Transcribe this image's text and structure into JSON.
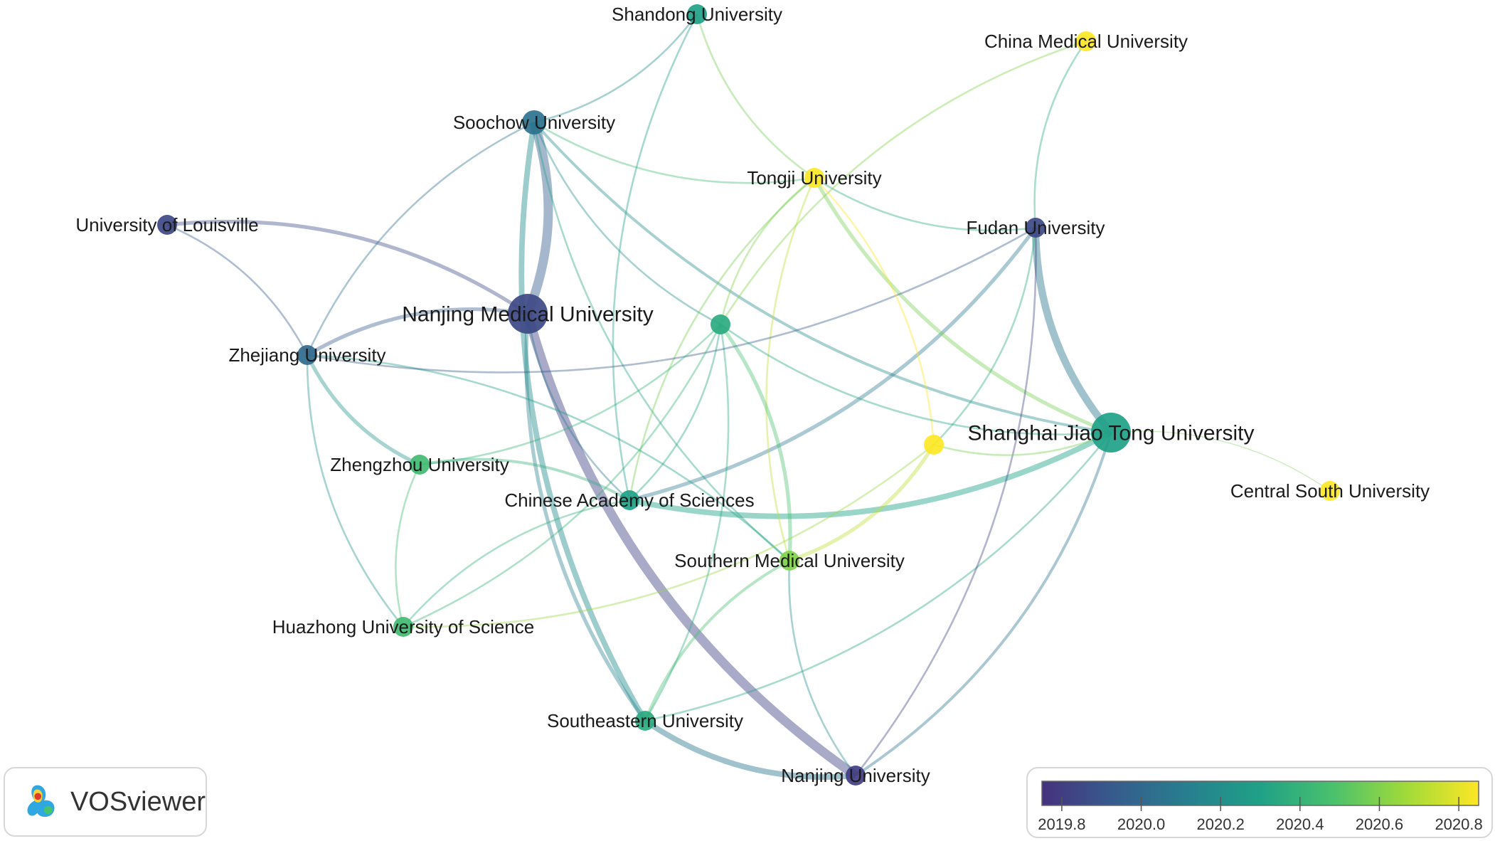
{
  "nodes": [
    {
      "id": "nmu",
      "label": "Nanjing Medical University",
      "year": 2019.85,
      "size": "large"
    },
    {
      "id": "sjtu",
      "label": "Shanghai Jiao Tong University",
      "year": 2020.3,
      "size": "large"
    },
    {
      "id": "sdu",
      "label": "Shandong University",
      "year": 2020.3,
      "size": "small"
    },
    {
      "id": "cmu",
      "label": "China Medical University",
      "year": 2020.85,
      "size": "small"
    },
    {
      "id": "suda",
      "label": "Soochow University",
      "year": 2020.05,
      "size": "medium"
    },
    {
      "id": "tongji",
      "label": "Tongji University",
      "year": 2020.85,
      "size": "small"
    },
    {
      "id": "louisville",
      "label": "University of Louisville",
      "year": 2019.85,
      "size": "small"
    },
    {
      "id": "fudan",
      "label": "Fudan University",
      "year": 2019.85,
      "size": "small"
    },
    {
      "id": "zju",
      "label": "Zhejiang University",
      "year": 2020.0,
      "size": "small"
    },
    {
      "id": "zzu",
      "label": "Zhengzhou University",
      "year": 2020.45,
      "size": "small"
    },
    {
      "id": "cas",
      "label": "Chinese Academy of Sciences",
      "year": 2020.3,
      "size": "small"
    },
    {
      "id": "smu",
      "label": "Southern Medical University",
      "year": 2020.6,
      "size": "small"
    },
    {
      "id": "csu",
      "label": "Central South University",
      "year": 2020.85,
      "size": "small"
    },
    {
      "id": "hust",
      "label": "Huazhong University of Science",
      "year": 2020.45,
      "size": "small"
    },
    {
      "id": "seu",
      "label": "Southeastern University",
      "year": 2020.35,
      "size": "small"
    },
    {
      "id": "nju",
      "label": "Nanjing University",
      "year": 2019.8,
      "size": "small"
    },
    {
      "id": "unl1",
      "label": "",
      "year": 2020.35,
      "size": "small"
    },
    {
      "id": "unl2",
      "label": "",
      "year": 2020.85,
      "size": "small"
    }
  ],
  "links": [
    {
      "s": "nmu",
      "t": "suda",
      "w": 5
    },
    {
      "s": "nmu",
      "t": "nju",
      "w": 5
    },
    {
      "s": "nmu",
      "t": "zju",
      "w": 2
    },
    {
      "s": "nmu",
      "t": "louisville",
      "w": 2
    },
    {
      "s": "nmu",
      "t": "seu",
      "w": 2
    },
    {
      "s": "nmu",
      "t": "cas",
      "w": 1
    },
    {
      "s": "fudan",
      "t": "sjtu",
      "w": 4
    },
    {
      "s": "suda",
      "t": "seu",
      "w": 3
    },
    {
      "s": "suda",
      "t": "sjtu",
      "w": 1.5
    },
    {
      "s": "suda",
      "t": "sdu",
      "w": 1
    },
    {
      "s": "suda",
      "t": "unl1",
      "w": 1
    },
    {
      "s": "suda",
      "t": "zju",
      "w": 1
    },
    {
      "s": "suda",
      "t": "tongji",
      "w": 1
    },
    {
      "s": "suda",
      "t": "smu",
      "w": 1
    },
    {
      "s": "cas",
      "t": "sjtu",
      "w": 3
    },
    {
      "s": "cas",
      "t": "fudan",
      "w": 2
    },
    {
      "s": "cas",
      "t": "zzu",
      "w": 1.5
    },
    {
      "s": "cas",
      "t": "hust",
      "w": 1
    },
    {
      "s": "cas",
      "t": "unl1",
      "w": 1
    },
    {
      "s": "tongji",
      "t": "sjtu",
      "w": 2
    },
    {
      "s": "tongji",
      "t": "smu",
      "w": 1
    },
    {
      "s": "tongji",
      "t": "unl1",
      "w": 1
    },
    {
      "s": "tongji",
      "t": "cas",
      "w": 1
    },
    {
      "s": "tongji",
      "t": "fudan",
      "w": 1
    },
    {
      "s": "smu",
      "t": "unl1",
      "w": 2
    },
    {
      "s": "smu",
      "t": "unl2",
      "w": 2
    },
    {
      "s": "smu",
      "t": "seu",
      "w": 1.5
    },
    {
      "s": "smu",
      "t": "nju",
      "w": 1
    },
    {
      "s": "smu",
      "t": "zju",
      "w": 1
    },
    {
      "s": "seu",
      "t": "nju",
      "w": 3
    },
    {
      "s": "seu",
      "t": "sjtu",
      "w": 1
    },
    {
      "s": "seu",
      "t": "unl1",
      "w": 1
    },
    {
      "s": "nju",
      "t": "sjtu",
      "w": 1.5
    },
    {
      "s": "nju",
      "t": "fudan",
      "w": 1
    },
    {
      "s": "zju",
      "t": "zzu",
      "w": 2
    },
    {
      "s": "zju",
      "t": "louisville",
      "w": 1
    },
    {
      "s": "zju",
      "t": "fudan",
      "w": 1
    },
    {
      "s": "zju",
      "t": "hust",
      "w": 1
    },
    {
      "s": "zzu",
      "t": "hust",
      "w": 1
    },
    {
      "s": "zzu",
      "t": "unl1",
      "w": 1
    },
    {
      "s": "hust",
      "t": "unl1",
      "w": 1
    },
    {
      "s": "hust",
      "t": "unl2",
      "w": 1
    },
    {
      "s": "cmu",
      "t": "fudan",
      "w": 1
    },
    {
      "s": "cmu",
      "t": "unl1",
      "w": 1
    },
    {
      "s": "unl2",
      "t": "sjtu",
      "w": 1
    },
    {
      "s": "unl2",
      "t": "fudan",
      "w": 1
    },
    {
      "s": "unl2",
      "t": "tongji",
      "w": 1
    },
    {
      "s": "unl1",
      "t": "sjtu",
      "w": 1
    },
    {
      "s": "sdu",
      "t": "tongji",
      "w": 1
    },
    {
      "s": "sdu",
      "t": "cas",
      "w": 1
    },
    {
      "s": "csu",
      "t": "sjtu",
      "w": 0.5
    }
  ],
  "legend": {
    "ticks": [
      "2019.8",
      "2020.0",
      "2020.2",
      "2020.4",
      "2020.6",
      "2020.8"
    ],
    "min": 2019.75,
    "max": 2020.85
  },
  "branding": {
    "app_name": "VOSviewer"
  },
  "colors": {
    "scale": [
      "#46327e",
      "#365c8d",
      "#277f8e",
      "#1fa187",
      "#4ac16d",
      "#a0da39",
      "#fde725"
    ]
  }
}
